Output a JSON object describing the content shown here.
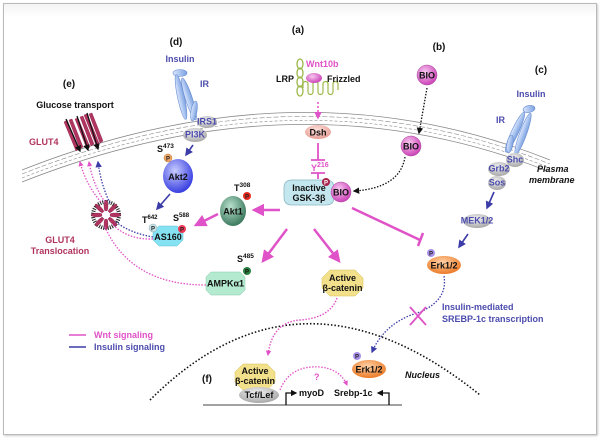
{
  "panels": {
    "a": "(a)",
    "b": "(b)",
    "c": "(c)",
    "d": "(d)",
    "e": "(e)",
    "f": "(f)"
  },
  "labels": {
    "wnt10b": "Wnt10b",
    "lrp": "LRP",
    "frizzled": "Frizzled",
    "dsh": "Dsh",
    "y216": "Y",
    "y216_sup": "216",
    "gsk_line1": "Inactive",
    "gsk_line2": "GSK-3β",
    "bio": "BIO",
    "insulin": "Insulin",
    "ir": "IR",
    "irs1": "IRS1",
    "pi3k": "PI3K",
    "s473": "S",
    "s473_sup": "473",
    "akt2": "Akt2",
    "akt1": "Akt1",
    "t308": "T",
    "t308_sup": "308",
    "t642": "T",
    "t642_sup": "642",
    "s588": "S",
    "s588_sup": "588",
    "as160": "AS160",
    "s485": "S",
    "s485_sup": "485",
    "ampk": "AMPKα1",
    "active": "Active",
    "beta_catenin": "β-catenin",
    "glucose_transport": "Glucose transport",
    "glut4": "GLUT4",
    "glut4_transloc_1": "GLUT4",
    "glut4_transloc_2": "Translocation",
    "shc": "Shc",
    "grb2": "Grb2",
    "sos": "Sos",
    "mek": "MEK1/2",
    "erk": "Erk1/2",
    "p": "P",
    "plasma_1": "Plasma",
    "plasma_2": "membrane",
    "srebp_1": "Insulin-mediated",
    "srebp_2": "SREBP-1c transcription",
    "nucleus": "Nucleus",
    "tcf": "Tcf/Lef",
    "myod": "myoD",
    "srebp1c": "Srebp-1c",
    "question": "?"
  },
  "legend": [
    {
      "label": "Wnt signaling",
      "color": "#e052c8"
    },
    {
      "label": "Insulin signaling",
      "color": "#3c3ca8"
    }
  ],
  "colors": {
    "wnt": "#e052c8",
    "insulin": "#3c3ca8",
    "glut4": "#b0345f",
    "erk": "#f0943c",
    "bio": "#dd66cc",
    "gsk": "#bfe3ea",
    "akt1": "#5a9a7c",
    "akt2": "#5b63f0",
    "as160": "#7fe0f0",
    "ampk": "#aee6c4",
    "catenin": "#f3e08a"
  }
}
